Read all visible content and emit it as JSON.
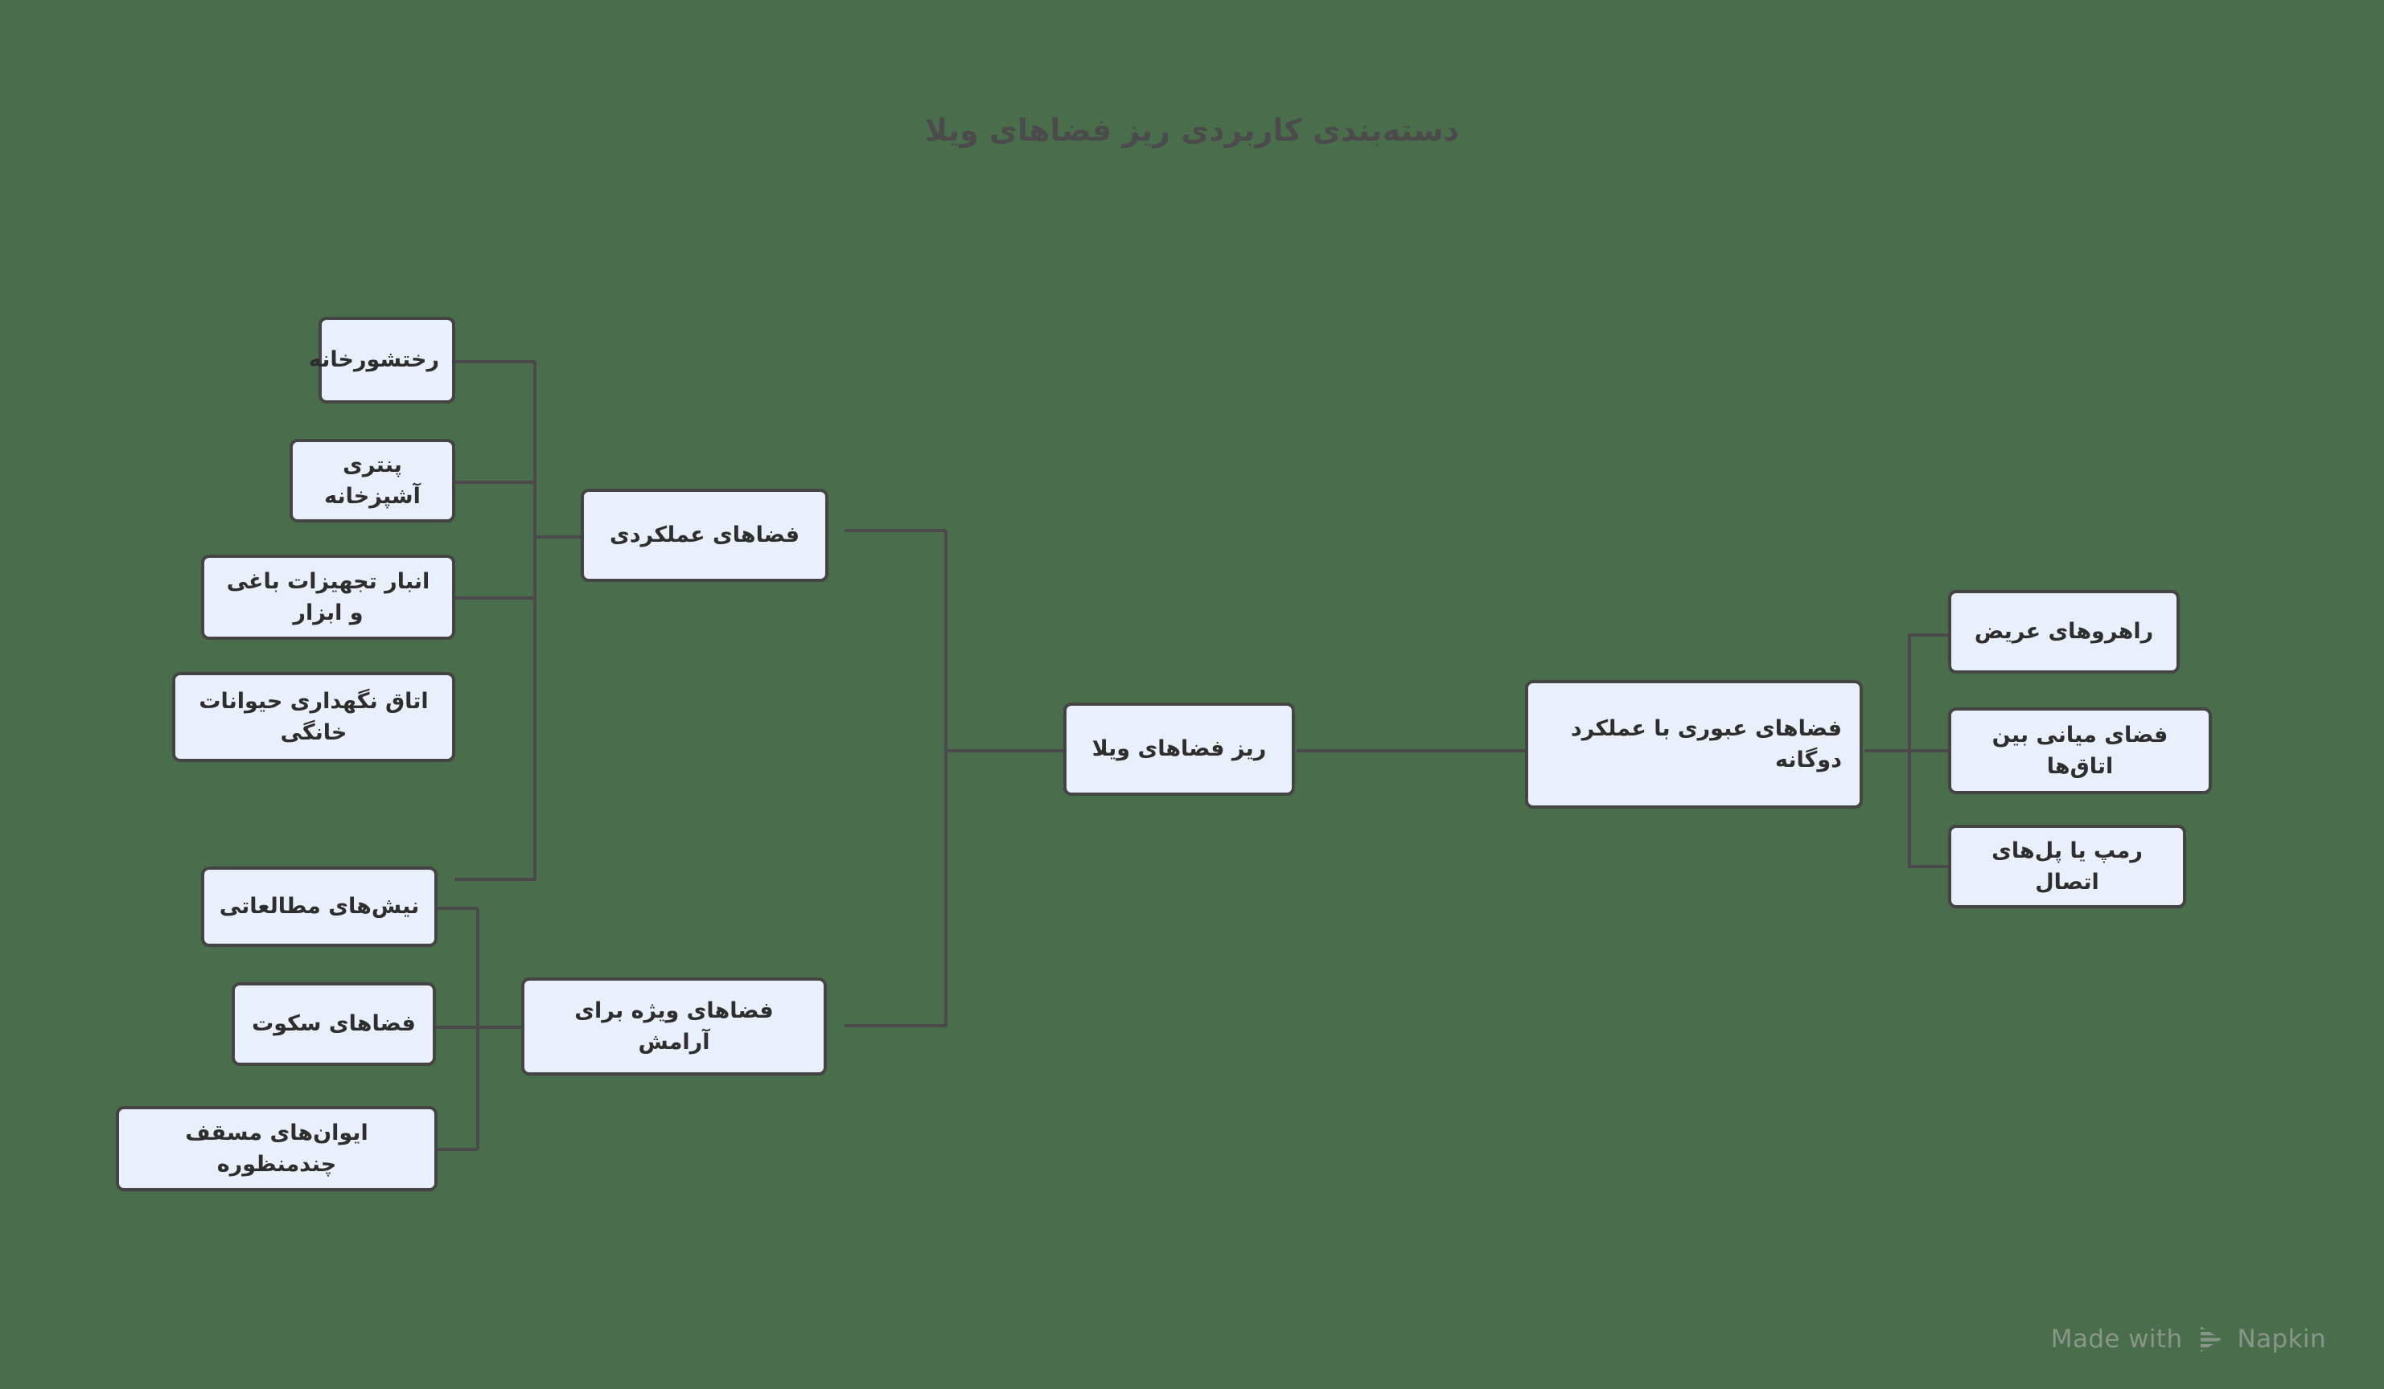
{
  "title": "دسته‌بندی کاربردی ریز فضاهای ویلا",
  "colors": {
    "background": "#4a6e4c",
    "node_fill": "#eaf0fb",
    "node_border": "#444444",
    "edge": "#4a4a4a",
    "title_text": "#4b4b4b",
    "node_text": "#2e2e2e",
    "watermark_text": "#8d9a8d"
  },
  "root": {
    "label": "ریز فضاهای ویلا"
  },
  "branches": {
    "functional": {
      "label": "فضاهای عملکردی",
      "children": [
        {
          "label": "رختشورخانه"
        },
        {
          "label": "پنتری آشپزخانه"
        },
        {
          "label": "انبار تجهیزات باغی و ابزار"
        },
        {
          "label": "اتاق نگهداری حیوانات خانگی"
        }
      ]
    },
    "calm": {
      "label": "فضاهای ویژه برای آرامش",
      "children": [
        {
          "label": "نیش‌های مطالعاتی"
        },
        {
          "label": "فضاهای سکوت"
        },
        {
          "label": "ایوان‌های مسقف چندمنظوره"
        }
      ]
    },
    "circulation": {
      "label": "فضاهای عبوری با عملکرد دوگانه",
      "children": [
        {
          "label": "راهروهای عریض"
        },
        {
          "label": "فضای میانی بین اتاق‌ها"
        },
        {
          "label": "رمپ یا پل‌های اتصال"
        }
      ]
    }
  },
  "watermark": {
    "prefix": "Made with",
    "brand": "Napkin",
    "logo": "napkin-logo-icon"
  }
}
